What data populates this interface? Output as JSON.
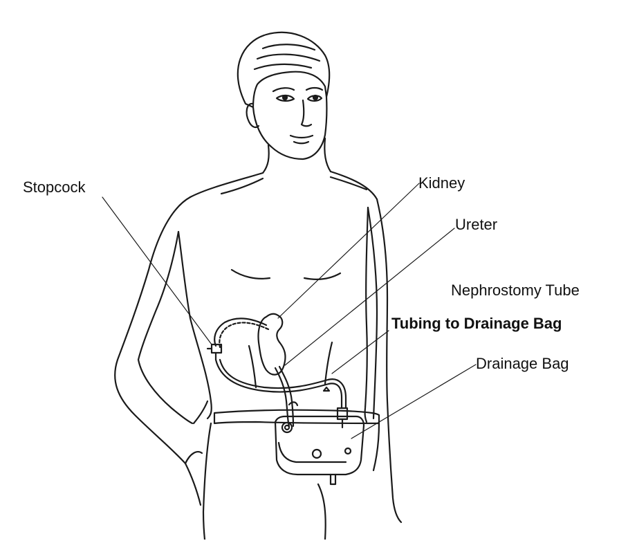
{
  "labels": {
    "stopcock": "Stopcock",
    "kidney": "Kidney",
    "ureter": "Ureter",
    "nephrostomy_tube": "Nephrostomy Tube",
    "tubing_to_drainage_bag": "Tubing to Drainage Bag",
    "drainage_bag": "Drainage Bag"
  },
  "colors": {
    "line": "#1a1a1a",
    "background": "#ffffff"
  }
}
